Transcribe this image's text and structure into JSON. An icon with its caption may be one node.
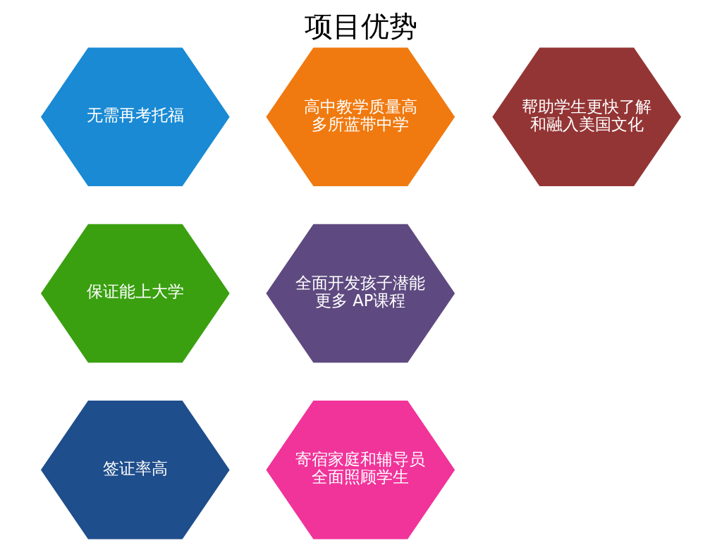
{
  "diagram": {
    "title": "项目优势",
    "nodes": [
      {
        "text": [
          "无需再考托福"
        ]
      },
      {
        "text": [
          "保证能上大学"
        ]
      },
      {
        "text": [
          "签证率高"
        ]
      },
      {
        "text": [
          "高中教学质量高",
          "多所蓝带中学"
        ]
      },
      {
        "text": [
          "全面开发孩子潜能",
          "更多 AP课程"
        ]
      },
      {
        "text": [
          "寄宿家庭和辅导员",
          "全面照顾学生"
        ]
      },
      {
        "text": [
          "帮助学生更快了解和融入美国文化"
        ]
      }
    ]
  }
}
